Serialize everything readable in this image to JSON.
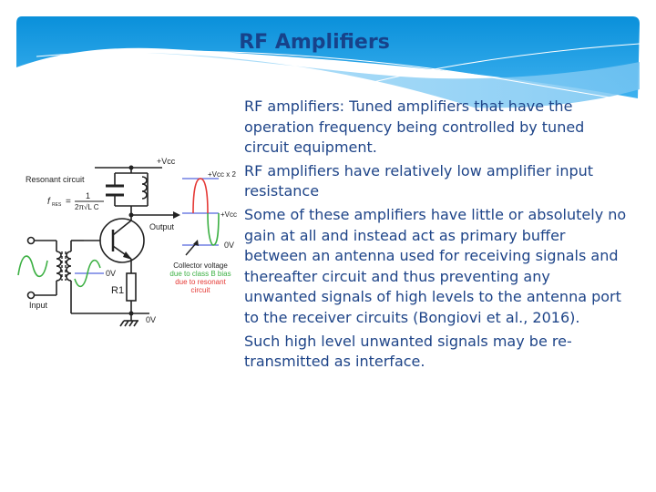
{
  "slide": {
    "title": "RF Amplifiers",
    "colors": {
      "title": "#17428a",
      "body_text": "#1e4488",
      "header_top": "#0a90da",
      "header_bottom": "#39aef0",
      "wave_light": "#8fd0f6"
    },
    "bullets": [
      "RF amplifiers: Tuned amplifiers that have the operation frequency being controlled by tuned circuit equipment.",
      "RF amplifiers have relatively low amplifier input resistance",
      "Some of these amplifiers have little or absolutely no gain at all and instead act as primary buffer between an antenna used for receiving signals and thereafter circuit and thus preventing any unwanted signals of high levels to the antenna port to the receiver circuits (Bongiovi et al., 2016).",
      "Such high level unwanted signals may be re-transmitted as interface."
    ]
  },
  "diagram": {
    "vcc_label": "+Vcc",
    "resonant_label": "Resonant circuit",
    "formula_f": "f",
    "formula_sub": "RES",
    "formula_eq": "=",
    "formula_num": "1",
    "formula_den": "2π√L C",
    "output_label": "Output",
    "input_label": "Input",
    "r1_label": "R1",
    "zero_v_bottom": "0V",
    "zero_v_input": "0V",
    "waveform": {
      "vcc_x2_label": "+Vcc x 2",
      "vcc_label": "+Vcc",
      "zero_v_label": "0V"
    },
    "caption": {
      "line1": "Collector voltage",
      "line2": "due to class B bias",
      "line3": "due to resonant",
      "line4": "circuit",
      "line2_color": "#3cb043",
      "line3_color": "#e53935"
    }
  }
}
